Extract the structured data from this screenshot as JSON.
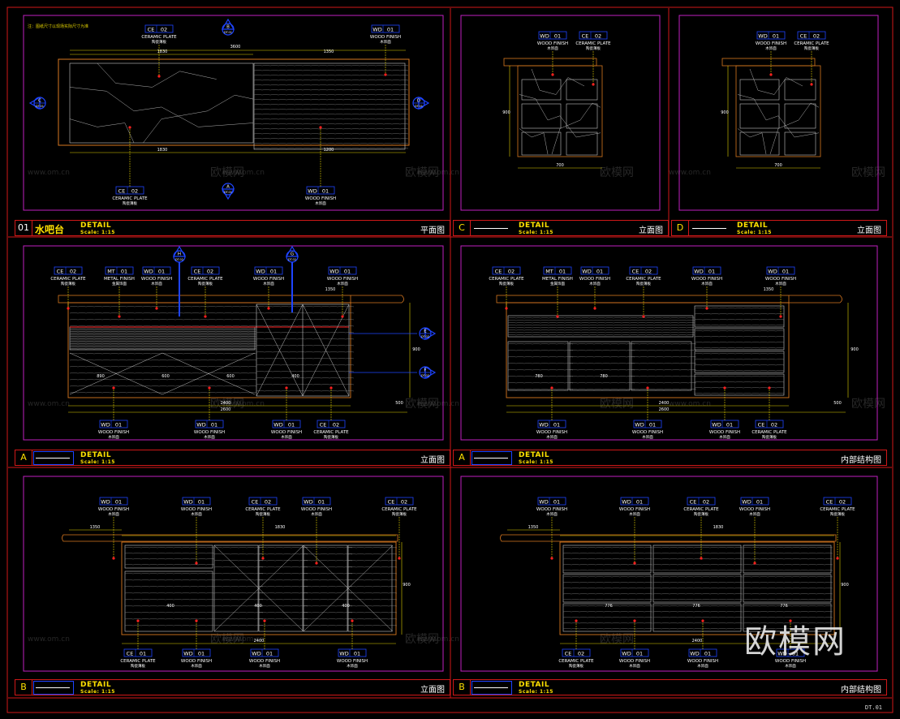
{
  "sheet_code": "DT.01",
  "watermark": "欧模网",
  "watermark_small": "www.om.cn",
  "detail_label": "DETAIL",
  "scale_label": "Scale: 1:15",
  "colors": {
    "frame_red": "#d01818",
    "viewport_magenta": "#c020c0",
    "outline_orange": "#d87820",
    "dimension_yellow": "#e0d000",
    "tag_blue": "#1e44ff",
    "marker_red": "#ff2020",
    "text_white": "#ffffff"
  },
  "materials": {
    "WD01": {
      "code": "WD",
      "num": "01",
      "name": "WOOD FINISH",
      "cn": "木饰面"
    },
    "CE02": {
      "code": "CE",
      "num": "02",
      "name": "CERAMIC PLATE",
      "cn": "陶瓷薄板"
    },
    "CE01": {
      "code": "CE",
      "num": "01",
      "name": "CERAMIC PLATE",
      "cn": "陶瓷薄板"
    },
    "MT01": {
      "code": "MT",
      "num": "01",
      "name": "METAL FINISH",
      "cn": "金属饰面"
    }
  },
  "panels": [
    {
      "id": "plan",
      "title_number": "01",
      "title_name": "水吧台",
      "view": "平面图",
      "note": "注：图纸尺寸以现场实际尺寸为准",
      "top_tags": [
        "CE02",
        "WD01"
      ],
      "bottom_tags": [
        "CE02",
        "WD01"
      ],
      "dims_top": [
        "3600",
        "1830",
        "1350"
      ],
      "dims_bottom": [
        "1830",
        "1200"
      ],
      "section_markers": [
        {
          "letter": "B",
          "sub": "DT.01"
        },
        {
          "letter": "A",
          "sub": "DT.01"
        },
        {
          "letter": "C",
          "sub": "DT.01"
        },
        {
          "letter": "D",
          "sub": "DT.01"
        }
      ]
    },
    {
      "id": "elev-c",
      "title_number": "C",
      "view": "立面图",
      "top_tags": [
        "WD01",
        "CE02"
      ],
      "dims": [
        "700",
        "900"
      ]
    },
    {
      "id": "elev-d",
      "title_number": "D",
      "view": "立面图",
      "top_tags": [
        "WD01",
        "CE02"
      ],
      "dims": [
        "700",
        "900"
      ]
    },
    {
      "id": "elev-a",
      "title_number": "A",
      "view": "立面图",
      "top_tags": [
        "CE02",
        "MT01",
        "WD01",
        "CE02",
        "WD01",
        "WD01"
      ],
      "bottom_tags": [
        "WD01",
        "WD01",
        "WD01",
        "CE02"
      ],
      "dims": [
        "2400",
        "2600",
        "500",
        "1350",
        "900",
        "890",
        "600",
        "600",
        "400"
      ],
      "section_markers": [
        {
          "letter": "H",
          "sub": "DT.02"
        },
        {
          "letter": "G",
          "sub": "DT.02"
        },
        {
          "letter": "E",
          "sub": "DT.02"
        },
        {
          "letter": "F",
          "sub": "DT.02"
        }
      ]
    },
    {
      "id": "inner-a",
      "title_number": "A",
      "view": "内部结构图",
      "top_tags": [
        "CE02",
        "MT01",
        "WD01",
        "CE02",
        "WD01",
        "WD01"
      ],
      "bottom_tags": [
        "WD01",
        "WD01",
        "WD01",
        "CE02"
      ],
      "dims": [
        "2400",
        "2600",
        "500",
        "1350",
        "900",
        "780",
        "780"
      ]
    },
    {
      "id": "elev-b",
      "title_number": "B",
      "view": "立面图",
      "top_tags": [
        "WD01",
        "WD01",
        "CE02",
        "WD01",
        "CE02"
      ],
      "bottom_tags": [
        "CE01",
        "WD01",
        "WD01",
        "WD01"
      ],
      "dims": [
        "2400",
        "1350",
        "1830",
        "900",
        "400",
        "400",
        "400"
      ]
    },
    {
      "id": "inner-b",
      "title_number": "B",
      "view": "内部结构图",
      "top_tags": [
        "WD01",
        "WD01",
        "CE02",
        "WD01",
        "CE02"
      ],
      "bottom_tags": [
        "CE02",
        "WD01",
        "WD01",
        "WD01"
      ],
      "dims": [
        "2400",
        "1350",
        "1830",
        "900",
        "776",
        "776",
        "776"
      ]
    }
  ]
}
